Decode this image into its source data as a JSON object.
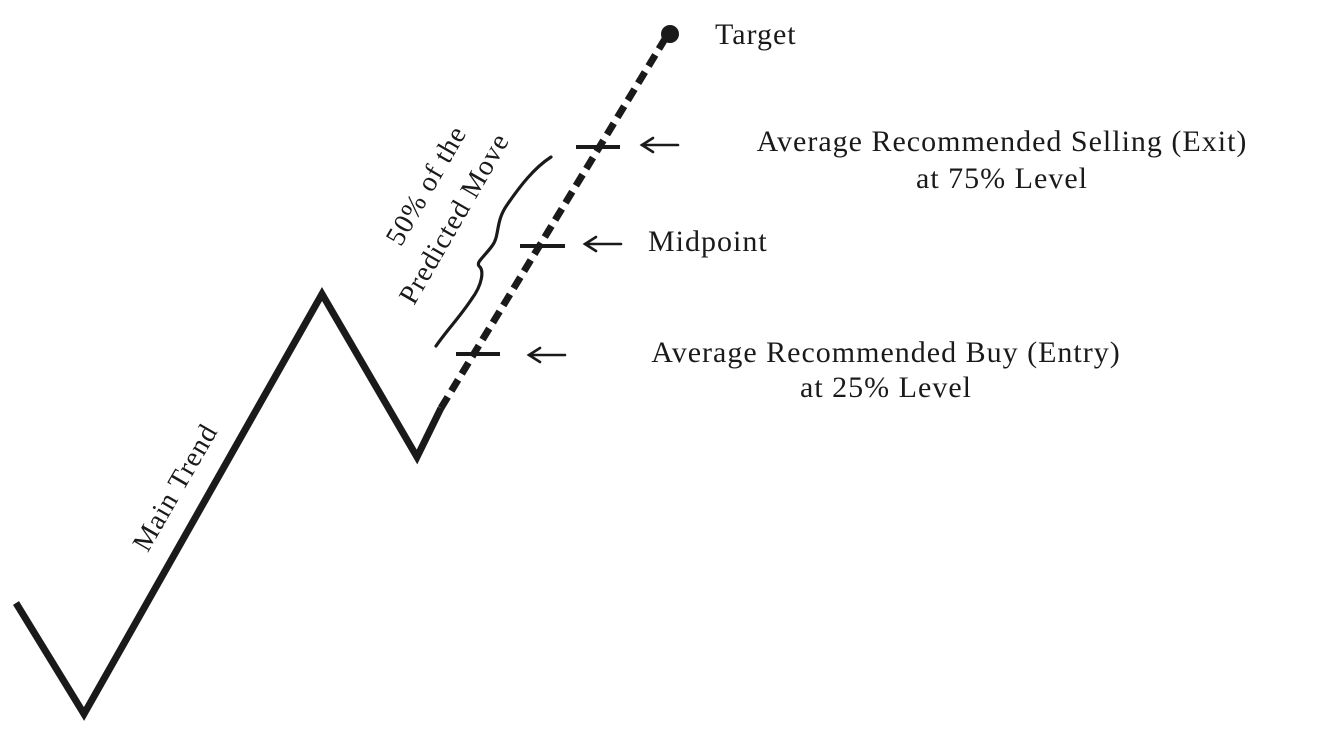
{
  "diagram": {
    "colors": {
      "ink": "#1a1a1a",
      "background": "#ffffff"
    },
    "labels": {
      "main_trend": "Main Trend",
      "move_line1": "50% of the",
      "move_line2": "Predicted Move",
      "target": "Target",
      "exit_line1": "Average Recommended Selling (Exit)",
      "exit_line2": "at 75% Level",
      "midpoint": "Midpoint",
      "entry_line1": "Average Recommended Buy (Entry)",
      "entry_line2": "at 25% Level"
    },
    "icons": {
      "arrows": "left-arrow-icon",
      "target_marker": "dot-icon",
      "move_brace": "curly-brace-icon"
    }
  }
}
